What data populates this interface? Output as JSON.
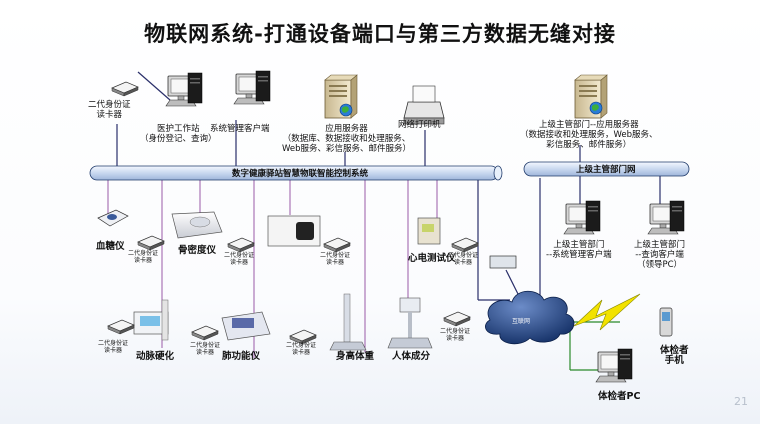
{
  "title": "物联网系统-打通设备端口与第三方数据无缝对接",
  "page_number": "21",
  "main_bus": "数字健康驿站智慧物联智能控制系统",
  "upper_bus": "上级主管部门网",
  "internet": "互联网",
  "labels": {
    "id_reader_top": [
      "二代身份证",
      "读卡器"
    ],
    "doctor_ws": [
      "医护工作站",
      "（身份登记、查询）"
    ],
    "sys_client": [
      "系统管理客户端"
    ],
    "app_server": [
      "应用服务器",
      "（数据库、数据接收和处理服务、",
      "Web服务、彩信服务、邮件服务）"
    ],
    "net_printer": [
      "网络打印机"
    ],
    "upper_server": [
      "上级主管部门--应用服务器",
      "（数据接收和处理服务，Web服务、",
      "彩信服务、邮件服务）"
    ],
    "blood_sugar": "血糖仪",
    "bone_density": "骨密度仪",
    "ecg": "心电测试仪",
    "arterio": "动脉硬化",
    "lung": "肺功能仪",
    "height_weight": "身高体重",
    "body_comp": "人体成分",
    "upper_mgmt": [
      "上级主管部门",
      "--系统管理客户端"
    ],
    "upper_query": [
      "上级主管部门",
      "--查询客户端",
      "（领导PC）"
    ],
    "phone": [
      "体检者",
      "手机"
    ],
    "pc": [
      "体检者PC"
    ],
    "card_reader": [
      "二代身份证",
      "读卡器"
    ]
  },
  "colors": {
    "bus": "#cfdcf0",
    "bus_edge": "#1f3a6a",
    "line": "#2a2f6a",
    "drop": "#9a5aa8",
    "lightning": "#f2e200",
    "green": "#2a8a2a",
    "cloud": "#1c3c78"
  }
}
